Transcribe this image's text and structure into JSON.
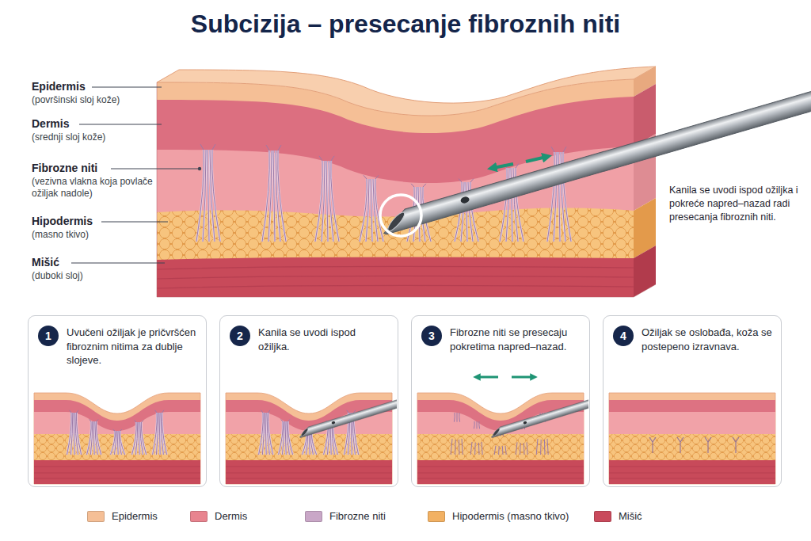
{
  "diagram": {
    "title": "Subcizija – presecanje fibroznih niti",
    "nodes": [
      {
        "text": [
          "Uvučeni ožiljak je pričvršćen fibroznim nitima za dublje slojeve."
        ]
      },
      {
        "text": [
          "1"
        ],
        "in": 0
      },
      {
        "text": [
          "Kanila se uvodi ispod ožiljka."
        ]
      },
      {
        "text": [
          "2"
        ],
        "in": 2
      },
      {
        "text": [
          "Fibrozne niti se presecaju pokretima napred–nazad."
        ]
      },
      {
        "text": [
          "3"
        ],
        "in": 4
      },
      {
        "text": [
          "Ožiljak se oslobađa, koža se postepeno izravnava."
        ]
      },
      {
        "text": [
          "4"
        ],
        "in": 6
      }
    ],
    "labels": [
      "Epidermis",
      "(površinski sloj kože)",
      "Dermis",
      "(srednji sloj kože)",
      "Fibrozne niti",
      "(vezivna vlakna koja povlače ožiljak nadole)",
      "Hipodermis",
      "(masno tkivo)",
      "Mišić",
      "(duboki sloj)",
      "Kanila se uvodi ispod ožiljka i pokreće napred–nazad radi presecanja fibroznih niti."
    ],
    "legend": [
      {
        "text": "Epidermis",
        "color": "#f5bf96"
      },
      {
        "text": "Dermis",
        "color": "#e8848f"
      },
      {
        "text": "Fibrozne niti",
        "color": "#c9a7c7"
      },
      {
        "text": "Hipodermis (masno tkivo)",
        "color": "#f2b163"
      },
      {
        "text": "Mišić",
        "color": "#c94a5c"
      }
    ]
  }
}
